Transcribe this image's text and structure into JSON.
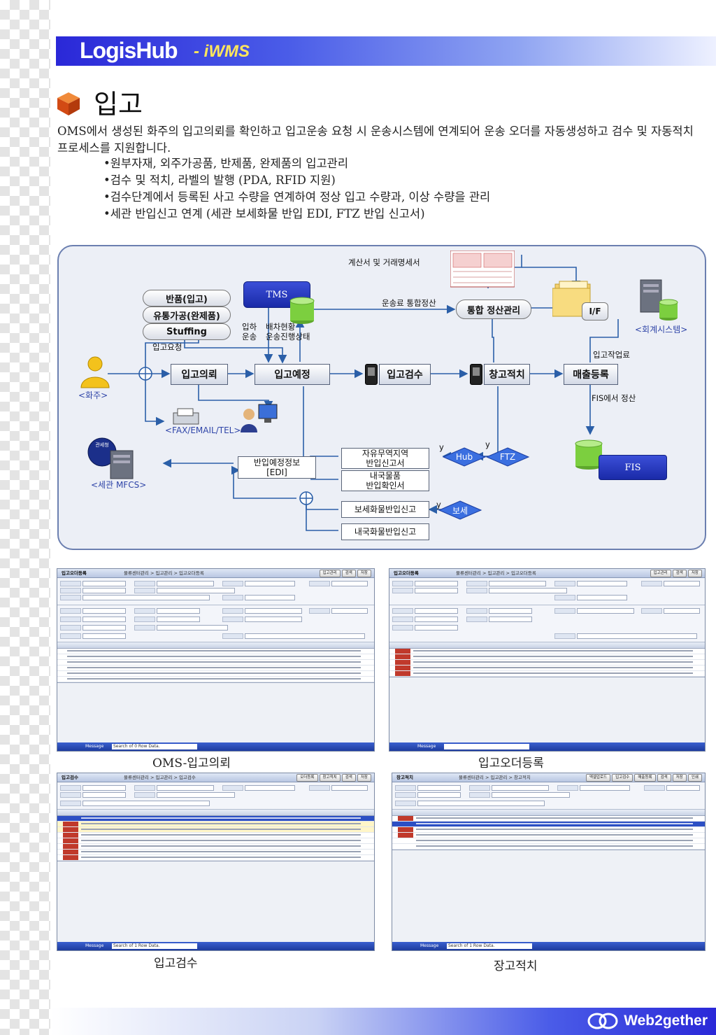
{
  "header": {
    "brand": "LogisHub",
    "sub_brand": "- iWMS"
  },
  "page": {
    "title": "입고",
    "intro": "OMS에서 생성된 화주의  입고의뢰를 확인하고  입고운송 요청 시 운송시스템에  연계되어 운송 오더를  자동생성하고  검수 및 자동적치 프로세스를 지원합니다.",
    "bullets": [
      "•원부자재, 외주가공품, 반제품, 완제품의 입고관리",
      "•검수 및 적치, 라벨의 발행 (PDA, RFID 지원)",
      "•검수단계에서 등록된 사고 수량을 연계하여 정상 입고  수량과, 이상 수량을 관리",
      "•세관 반입신고 연계 (세관 보세화물 반입 EDI, FTZ 반입 신고서)"
    ]
  },
  "diagram": {
    "returns": [
      "반품(입고)",
      "유통가공(완제품)",
      "Stuffing"
    ],
    "tms": "TMS",
    "inbound_request_label": "입고요청",
    "inbound_transport": "입하\n운송",
    "dispatch_status": "배차현황\n운송진행상태",
    "invoice_label": "계산서 및 거래명세서",
    "freight_settlement": "운송료 통합정산",
    "settlement": "통합 정산관리",
    "if_label": "I/F",
    "accounting": "<회계시스템>",
    "shipper": "<화주>",
    "process": [
      "입고의뢰",
      "입고예정",
      "입고검수",
      "창고적치",
      "매출등록"
    ],
    "inbound_work": "입고작업료",
    "fis_settle": "FIS에서 정산",
    "fis": "FIS",
    "fax": "<FAX/EMAIL/TEL>",
    "customs_seal": "관세청",
    "customs": "<세관 MFCS>",
    "edi": "반입예정정보\n[EDI]",
    "ftz_report": "자유무역지역\n반입신고서",
    "domestic_confirm": "내국물품\n반입확인서",
    "bonded_report": "보세화물반입신고",
    "domestic_report": "내국화물반입신고",
    "hub": "Hub",
    "ftz": "FTZ",
    "bonded": "보세",
    "yes": "y"
  },
  "screens": [
    {
      "title": "입고오더등록",
      "breadcrumb": "물류센터관리 > 입고관리 > 입고오더등록",
      "buttons": [
        "입고관리",
        "검색",
        "저장"
      ],
      "message": "Message",
      "status": "Search of 0 Row Data."
    },
    {
      "title": "입고오더등록",
      "breadcrumb": "물류센터관리 > 입고관리 > 입고오더등록",
      "buttons": [
        "입고관리",
        "검색",
        "저장"
      ],
      "message": "Message",
      "status": ""
    },
    {
      "title": "입고검수",
      "breadcrumb": "물류센터관리 > 입고관리 > 입고검수",
      "buttons": [
        "오더등록",
        "창고적치",
        "검색",
        "저장"
      ],
      "message": "Message",
      "status": "Search of 1 Row Data."
    },
    {
      "title": "창고적치",
      "breadcrumb": "물류센터관리 > 입고관리 > 창고적치",
      "buttons": [
        "엑셀업로드",
        "입고검수",
        "매출등록",
        "검색",
        "저장",
        "인쇄"
      ],
      "message": "Message",
      "status": "Search of 1 Row Data."
    }
  ],
  "captions": [
    "OMS-입고의뢰",
    "입고오더등록",
    "입고검수",
    "장고적치"
  ],
  "footer": {
    "brand": "Web2gether"
  },
  "colors": {
    "header_blue": "#2a28d8",
    "accent_yellow": "#ffe65c",
    "navy": "#1a2aa8",
    "diagram_bg": "#eceff6",
    "db_green": "#7ccf3f"
  }
}
